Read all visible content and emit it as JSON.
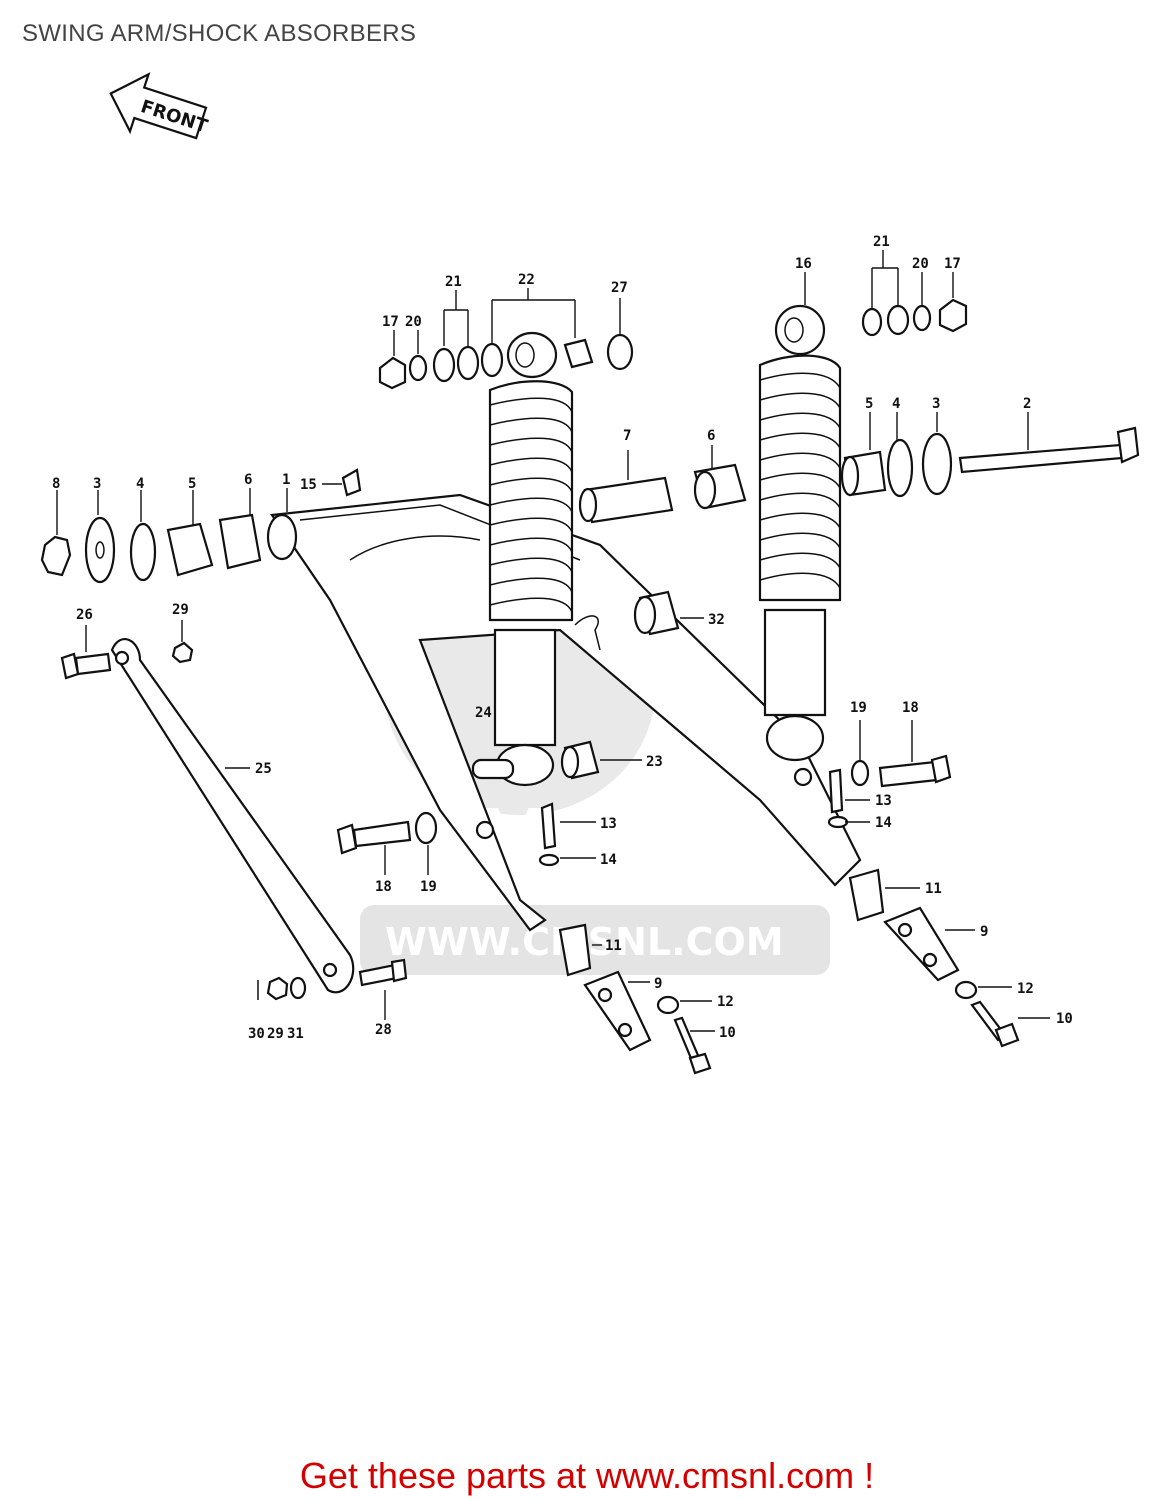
{
  "title": "SWING ARM/SHOCK ABSORBERS",
  "front_marker": "FRONT",
  "watermark": {
    "brand": "CMS",
    "url": "WWW.CMSNL.COM"
  },
  "footer": {
    "text": "Get these parts at www.cmsnl.com !",
    "color": "#d40000"
  },
  "callouts": {
    "c1": "1",
    "c2": "2",
    "c3a": "3",
    "c3b": "3",
    "c4a": "4",
    "c4b": "4",
    "c5a": "5",
    "c5b": "5",
    "c6a": "6",
    "c6b": "6",
    "c7": "7",
    "c8": "8",
    "c9a": "9",
    "c9b": "9",
    "c10a": "10",
    "c10b": "10",
    "c11a": "11",
    "c11b": "11",
    "c12a": "12",
    "c12b": "12",
    "c13a": "13",
    "c13b": "13",
    "c14a": "14",
    "c14b": "14",
    "c15": "15",
    "c16": "16",
    "c17a": "17",
    "c17b": "17",
    "c18a": "18",
    "c18b": "18",
    "c19a": "19",
    "c19b": "19",
    "c20a": "20",
    "c20b": "20",
    "c21a": "21",
    "c21b": "21",
    "c22": "22",
    "c23": "23",
    "c24": "24",
    "c25": "25",
    "c26": "26",
    "c27": "27",
    "c28": "28",
    "c29a": "29",
    "c29b": "29",
    "c30": "30",
    "c31": "31",
    "c32": "32"
  }
}
